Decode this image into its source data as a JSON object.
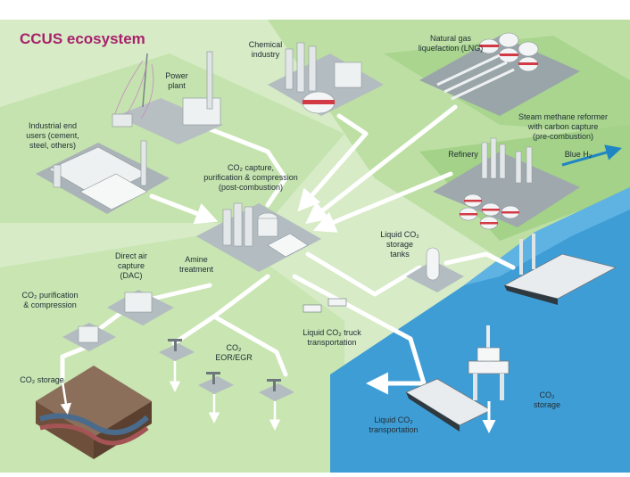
{
  "title": "CCUS ecosystem",
  "colors": {
    "title": "#a8216b",
    "land_light": "#d6ebc6",
    "land_mid": "#bddfa4",
    "land_dark": "#9fcf84",
    "sea": "#3f9dd6",
    "pipe": "#ffffff",
    "hydrogen_arrow": "#1f86c4"
  },
  "labels": {
    "power_plant": "Power\nplant",
    "chemical_industry": "Chemical\nindustry",
    "lng": "Natural gas\nliquefaction (LNG)",
    "industrial_end_users": "Industrial end\nusers (cement,\nsteel, others)",
    "steam_methane_reformer": "Steam methane reformer\nwith carbon capture\n(pre-combustion)",
    "refinery": "Refinery",
    "blue_h2": "Blue H₂",
    "co2_capture": "CO₂ capture,\npurification & compression\n(post-combustion)",
    "amine_treatment": "Amine\ntreatment",
    "liquid_co2_storage_tanks": "Liquid CO₂\nstorage\ntanks",
    "direct_air_capture": "Direct air\ncapture\n(DAC)",
    "co2_purification_compression": "CO₂ purification\n& compression",
    "co2_eor_egr": "CO₂ EOR/EGR",
    "liquid_co2_truck": "Liquid CO₂ truck\ntransportation",
    "co2_storage_land": "CO₂ storage",
    "co2_storage_sea": "CO₂\nstorage",
    "liquid_co2_transportation": "Liquid CO₂\ntransportation"
  }
}
